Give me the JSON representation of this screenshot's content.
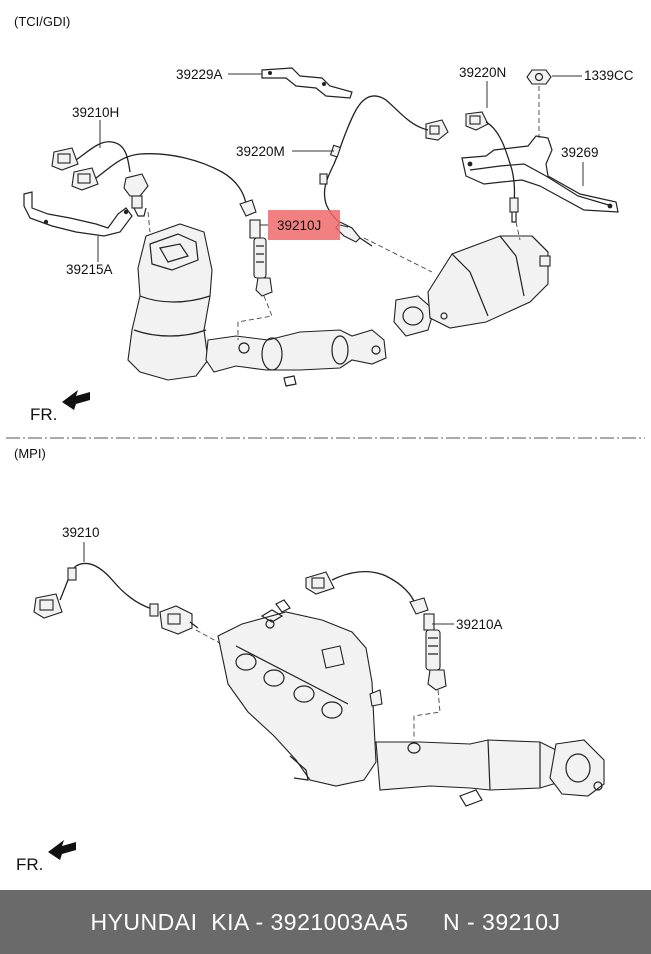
{
  "sections": {
    "top": "(TCI/GDI)",
    "bottom": "(MPI)"
  },
  "labels": {
    "p39229A": "39229A",
    "p39220N": "39220N",
    "p1339CC": "1339CC",
    "p39210H": "39210H",
    "p39220M": "39220M",
    "p39269": "39269",
    "p39210J": "39210J",
    "p39215A": "39215A",
    "p39210": "39210",
    "p39210A": "39210A"
  },
  "front_marker": "FR.",
  "highlight_color": "#f06a6a",
  "footer": {
    "text": "HYUNDAI  KIA - 3921003AA5     N - 39210J"
  }
}
